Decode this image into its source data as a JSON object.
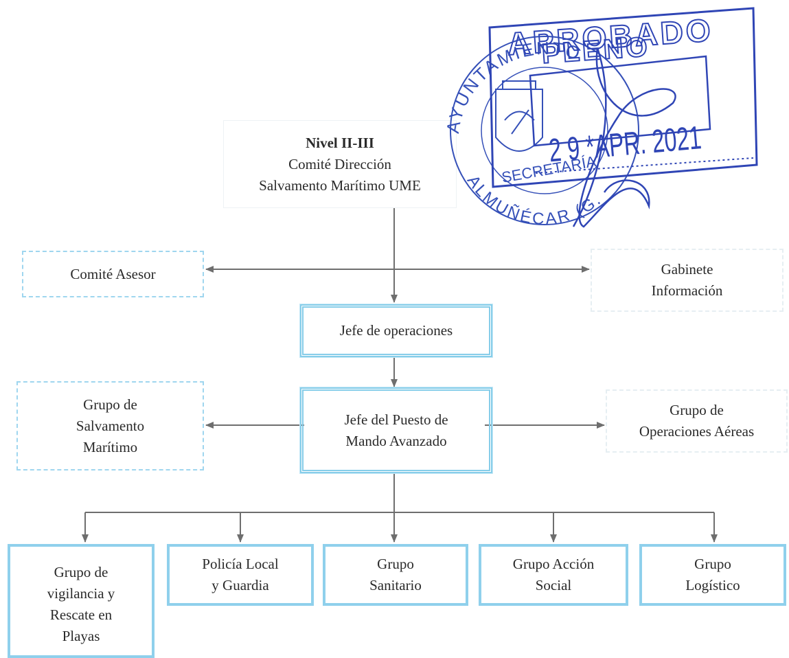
{
  "top": {
    "level": "Nivel II-III",
    "line2": "Comité Dirección",
    "line3": "Salvamento Marítimo UME"
  },
  "advisory": "Comité Asesor",
  "info": [
    "Gabinete",
    "Información"
  ],
  "ops_chief": "Jefe de operaciones",
  "pma": [
    "Jefe del Puesto de",
    "Mando Avanzado"
  ],
  "maritime": [
    "Grupo de",
    "Salvamento",
    "Marítimo"
  ],
  "aerial": [
    "Grupo de",
    "Operaciones Aéreas"
  ],
  "groups": [
    {
      "lines": [
        "Grupo de",
        "vigilancia y",
        "Rescate en",
        "Playas"
      ]
    },
    {
      "lines": [
        "Policía Local",
        "y Guardia"
      ]
    },
    {
      "lines": [
        "Grupo",
        "Sanitario"
      ]
    },
    {
      "lines": [
        "Grupo Acción",
        "Social"
      ]
    },
    {
      "lines": [
        "Grupo",
        "Logístico"
      ]
    }
  ],
  "stamp": {
    "line1": "APROBADO",
    "line2": "PLENO",
    "date": "2 9 *APR. 2021",
    "seal_text": "AYUNTAMIENTO * ALMUÑÉCAR (G.)",
    "secretaria": "SECRETARÍA",
    "ink_color": "#2f45b5"
  }
}
